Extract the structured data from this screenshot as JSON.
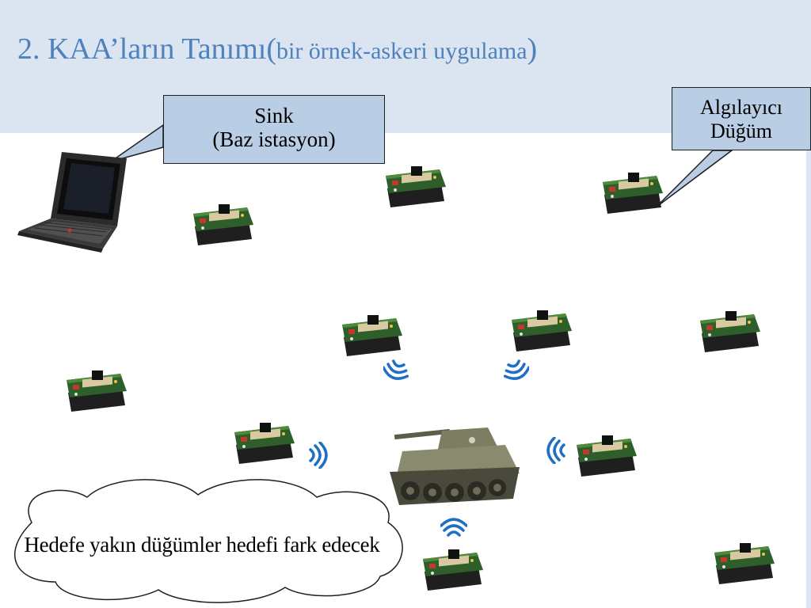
{
  "slide": {
    "title_main": "2. KAA’ların Tanımı(",
    "title_sub": "bir örnek-askeri uygulama",
    "title_close": ")"
  },
  "callouts": {
    "sink_line1": "Sink",
    "sink_line2": "(Baz istasyon)",
    "node_line1": "Algılayıcı",
    "node_line2": "Düğüm"
  },
  "cloud": {
    "text": "Hedefe yakın düğümler hedefi fark edecek"
  },
  "colors": {
    "header_bg": "#dbe5f1",
    "title": "#4f81bd",
    "callout_fill": "#b9cde5",
    "signal_wave": "#1f6fc2",
    "mote_board": "#2e5e2a"
  },
  "icons": {
    "base_station": "laptop-icon",
    "sensor_node": "sensor-mote-icon",
    "target": "tank-icon",
    "signal": "signal-wave-icon"
  }
}
